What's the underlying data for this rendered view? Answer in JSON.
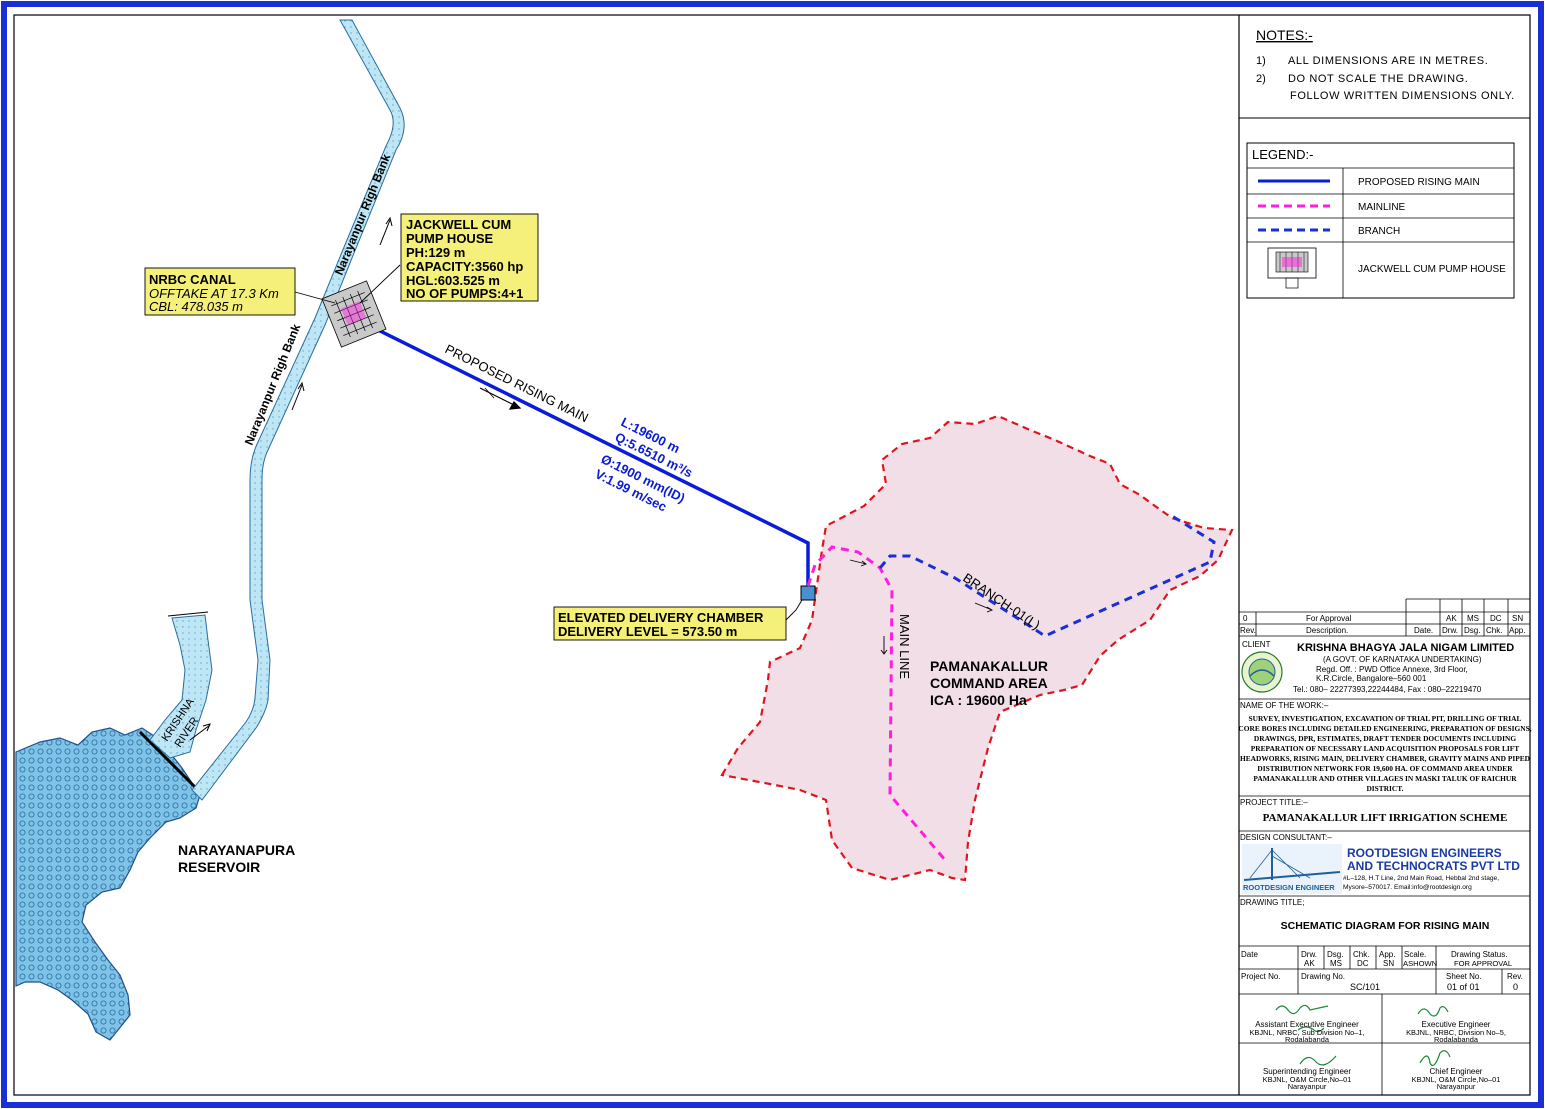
{
  "colors": {
    "border": "#1a2fd6",
    "rising_main": "#0a1cd8",
    "mainline": "#ff1ee0",
    "branch": "#1a2fd6",
    "command_boundary": "#e0141e",
    "command_fill": "#f1dee6",
    "callout_fill": "#f4f07a",
    "water": "#7fc4e8"
  },
  "drawing": {
    "canal_label_upper": "Narayanpur Righ Bank",
    "canal_label_lower": "Narayanpur Righ Bank",
    "river_label_1": "KRISHNA",
    "river_label_2": "RIVER",
    "reservoir_line1": "NARAYANAPURA",
    "reservoir_line2": "RESERVOIR",
    "nrbc": {
      "title": "NRBC CANAL",
      "offtake": "OFFTAKE AT 17.3 Km",
      "cbl": "CBL: 478.035 m"
    },
    "jackwell": {
      "line1": "JACKWELL CUM",
      "line2": "PUMP HOUSE",
      "line3": "PH:129 m",
      "line4": "CAPACITY:3560 hp",
      "line5": "HGL:603.525 m",
      "line6": "NO OF PUMPS:4+1"
    },
    "rising_main_label": "PROPOSED RISING MAIN",
    "rising_main_specs": {
      "length": "L:19600 m",
      "discharge": "Q:5.6510 m³/s",
      "diameter": "Ø:1900 mm(ID)",
      "velocity": "V:1.99 m/sec"
    },
    "delivery": {
      "line1": "ELEVATED DELIVERY CHAMBER",
      "line2": "DELIVERY LEVEL = 573.50 m"
    },
    "command": {
      "line1": "PAMANAKALLUR",
      "line2": "COMMAND AREA",
      "line3": "ICA : 19600 Ha"
    },
    "mainline_label": "MAIN LINE",
    "branch_label": "BRANCH-01(L)"
  },
  "notes": {
    "title": "NOTES:-",
    "items": [
      {
        "num": "1)",
        "text": "ALL DIMENSIONS ARE IN METRES."
      },
      {
        "num": "2)",
        "text": "DO NOT SCALE THE DRAWING."
      },
      {
        "num": "",
        "text": "FOLLOW WRITTEN DIMENSIONS ONLY."
      }
    ]
  },
  "legend": {
    "title": "LEGEND:-",
    "items": [
      {
        "label": "PROPOSED RISING MAIN",
        "style": "solid-blue"
      },
      {
        "label": "MAINLINE",
        "style": "dashed-magenta"
      },
      {
        "label": "BRANCH",
        "style": "dashed-blue"
      },
      {
        "label": "JACKWELL CUM PUMP HOUSE",
        "style": "pump-symbol"
      }
    ]
  },
  "revision": {
    "row": {
      "rev": "0",
      "desc": "For Approval",
      "date": "",
      "drw": "AK",
      "dsg": "MS",
      "chk": "DC",
      "app": "SN"
    },
    "headers": {
      "rev": "Rev.",
      "desc": "Description.",
      "date": "Date.",
      "drw": "Drw.",
      "dsg": "Dsg.",
      "chk": "Chk.",
      "app": "App."
    }
  },
  "client": {
    "label": "CLIENT",
    "name": "KRISHNA BHAGYA JALA NIGAM LIMITED",
    "sub": "(A GOVT. OF KARNATAKA UNDERTAKING)",
    "addr1": "Regd. Off. : PWD Office Annexe, 3rd Floor,",
    "addr2": "K.R.Circle, Bangalore–560 001",
    "tel": "Tel.: 080– 22277393,22244484, Fax : 080–22219470"
  },
  "work": {
    "label": "NAME OF THE WORK:–",
    "lines": [
      "SURVEY, INVESTIGATION, EXCAVATION OF TRIAL PIT, DRILLING OF TRIAL",
      "CORE BORES INCLUDING DETAILED ENGINEERING, PREPARATION OF DESIGNS,",
      "DRAWINGS, DPR, ESTIMATES, DRAFT TENDER DOCUMENTS INCLUDING",
      "PREPARATION OF NECESSARY LAND ACQUISITION PROPOSALS FOR LIFT",
      "HEADWORKS, RISING MAIN, DELIVERY CHAMBER, GRAVITY MAINS AND PIPED",
      "DISTRIBUTION NETWORK FOR 19,600 HA. OF COMMAND AREA UNDER",
      "PAMANAKALLUR AND OTHER VILLAGES IN MASKI TALUK OF RAICHUR",
      "DISTRICT."
    ]
  },
  "project": {
    "label": "PROJECT TITLE:–",
    "title": "PAMANAKALLUR LIFT IRRIGATION SCHEME"
  },
  "consultant": {
    "label": "DESIGN CONSULTANT:–",
    "name1": "ROOTDESIGN ENGINEERS",
    "name2": "AND TECHNOCRATS PVT LTD",
    "addr1": "#L–128, H.T Line, 2nd Main Road, Hebbal 2nd stage,",
    "addr2": "Mysore–570017. Email:info@rootdesign.org",
    "logo_text": "ROOTDESIGN ENGINEER"
  },
  "drawing_title": {
    "label": "DRAWING TITLE;",
    "title": "SCHEMATIC DIAGRAM FOR RISING MAIN"
  },
  "info": {
    "date_label": "Date",
    "drw_label": "Drw.",
    "drw_val": "AK",
    "dsg_label": "Dsg.",
    "dsg_val": "MS",
    "chk_label": "Chk.",
    "chk_val": "DC",
    "app_label": "App.",
    "app_val": "SN",
    "scale_label": "Scale.",
    "scale_val": "ASHOWN",
    "status_label": "Drawing Status.",
    "status_val": "FOR APPROVAL",
    "proj_no_label": "Project No.",
    "drawing_no_label": "Drawing No.",
    "drawing_no_val": "SC/101",
    "sheet_label": "Sheet No.",
    "sheet_val": "01 of 01",
    "rev_label": "Rev.",
    "rev_val": "0"
  },
  "signatures": [
    {
      "title": "Assistant Executive Engineer",
      "line1": "KBJNL, NRBC, Sub Division No–1,",
      "line2": "Rodalabanda"
    },
    {
      "title": "Executive Engineer",
      "line1": "KBJNL, NRBC, Division No–5,",
      "line2": "Rodalabanda"
    },
    {
      "title": "Superintending Engineer",
      "line1": "KBJNL, O&M Circle,No–01",
      "line2": "Narayanpur"
    },
    {
      "title": "Chief Engineer",
      "line1": "KBJNL, O&M Circle,No–01",
      "line2": "Narayanpur"
    }
  ]
}
